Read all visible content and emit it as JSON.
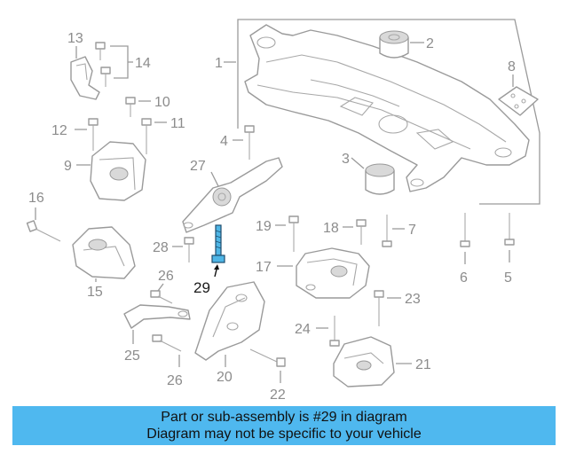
{
  "banner": {
    "line1": "Part or sub-assembly is #29 in diagram",
    "line2": "Diagram may not be specific to your vehicle",
    "color": "#4fb8ef"
  },
  "highlight": {
    "part_number": "29",
    "color": "#4fb6e6"
  },
  "callouts": {
    "c1": "1",
    "c2": "2",
    "c3": "3",
    "c4": "4",
    "c5": "5",
    "c6": "6",
    "c7": "7",
    "c8": "8",
    "c9": "9",
    "c10": "10",
    "c11": "11",
    "c12": "12",
    "c13": "13",
    "c14": "14",
    "c15": "15",
    "c16": "16",
    "c17": "17",
    "c18": "18",
    "c19": "19",
    "c20": "20",
    "c21": "21",
    "c22": "22",
    "c23": "23",
    "c24": "24",
    "c25": "25",
    "c26a": "26",
    "c26b": "26",
    "c27": "27",
    "c28": "28",
    "c29": "29"
  }
}
